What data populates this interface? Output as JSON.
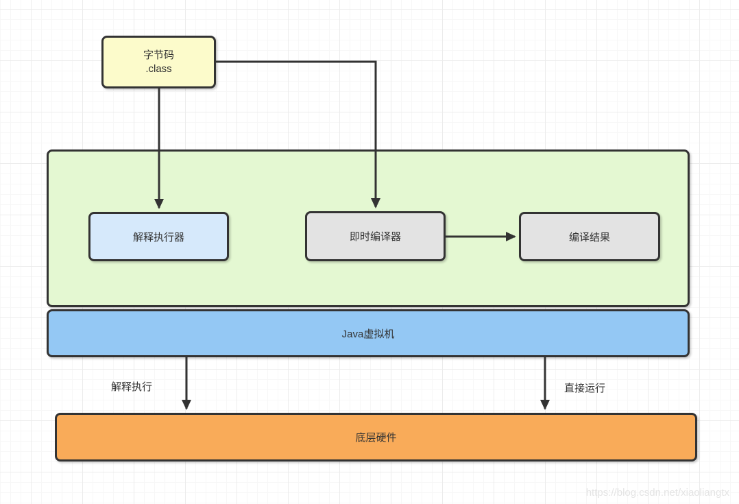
{
  "diagram": {
    "nodes": {
      "bytecode": {
        "line1": "字节码",
        "line2": ".class"
      },
      "container": {
        "label": ""
      },
      "interpreter": {
        "label": "解释执行器"
      },
      "jit": {
        "label": "即时编译器"
      },
      "result": {
        "label": "编译结果"
      },
      "jvm": {
        "label": "Java虚拟机"
      },
      "hardware": {
        "label": "底层硬件"
      }
    },
    "edge_labels": {
      "interpreted": "解释执行",
      "direct": "直接运行"
    },
    "watermark": "https://blog.csdn.net/xiaoliangtx",
    "colors": {
      "border": "#333333",
      "text": "#333333",
      "bytecode_fill": "#FCFBCB",
      "container_fill": "#E4F8D2",
      "interpreter_fill": "#D6E9FB",
      "gray_fill": "#E3E3E3",
      "jvm_fill": "#94C8F4",
      "hardware_fill": "#F9AB59",
      "watermark_text": "#E4E4E4"
    }
  }
}
